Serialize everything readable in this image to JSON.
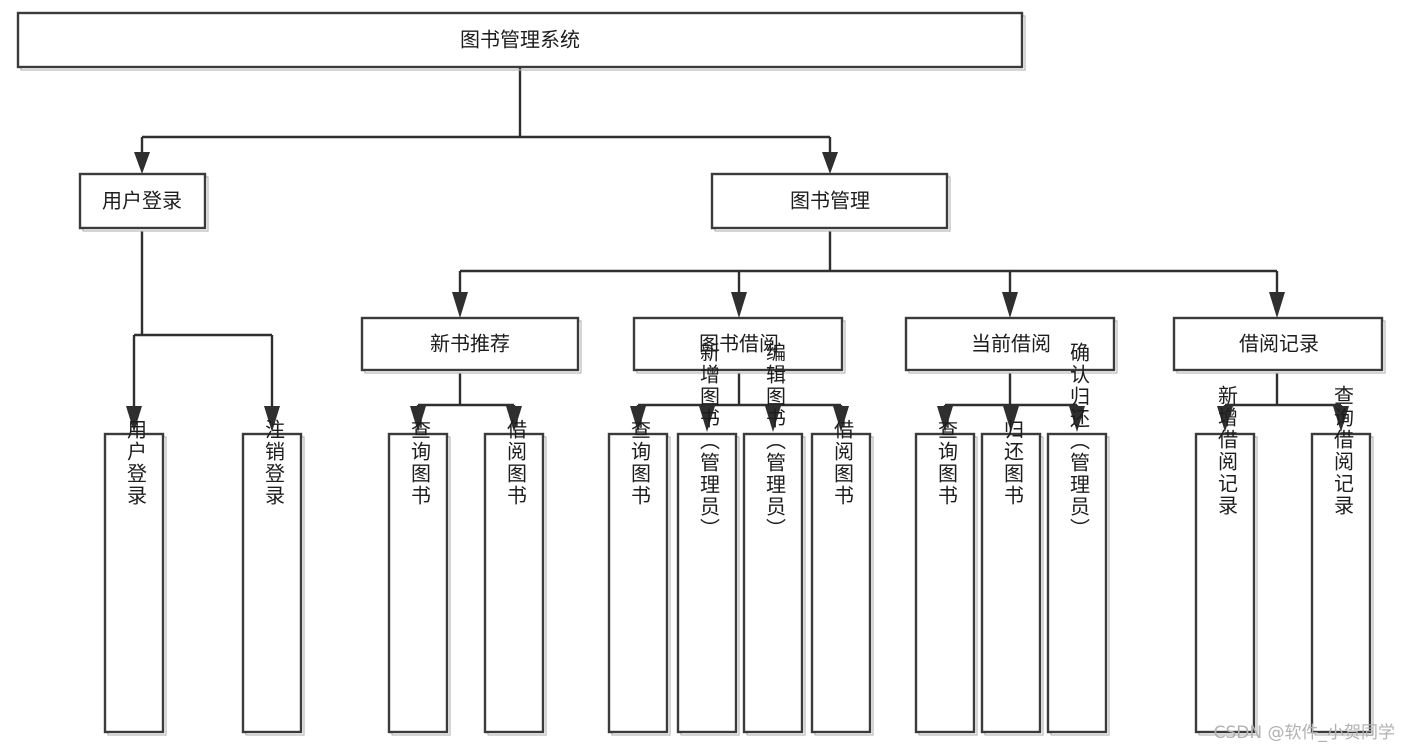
{
  "diagram": {
    "type": "tree",
    "title": "图书管理系统",
    "orientation": "top-down",
    "colors": {
      "node_fill": "#ffffff",
      "node_stroke": "#3b3b3b",
      "connector": "#2f2f2f",
      "label_text": "#1d1d1d",
      "watermark_text": "#b2b2b2",
      "background": "#ffffff"
    },
    "nodes": {
      "root": {
        "label": "图书管理系统"
      },
      "level2": [
        {
          "id": "user-login",
          "label": "用户登录"
        },
        {
          "id": "book-manage",
          "label": "图书管理"
        }
      ],
      "level3": [
        {
          "id": "new-book-recommend",
          "label": "新书推荐"
        },
        {
          "id": "book-borrow",
          "label": "图书借阅"
        },
        {
          "id": "current-borrow",
          "label": "当前借阅"
        },
        {
          "id": "borrow-record",
          "label": "借阅记录"
        }
      ],
      "leaves": {
        "user-login": [
          {
            "id": "leaf-user-login",
            "label": "用户登录"
          },
          {
            "id": "leaf-logout-login",
            "label": "注销登录"
          }
        ],
        "new-book-recommend": [
          {
            "id": "leaf-query-book-1",
            "label": "查询图书"
          },
          {
            "id": "leaf-borrow-book-1",
            "label": "借阅图书"
          }
        ],
        "book-borrow": [
          {
            "id": "leaf-query-book-2",
            "label": "查询图书"
          },
          {
            "id": "leaf-add-book",
            "label": "新增图书（管理员）"
          },
          {
            "id": "leaf-edit-book",
            "label": "编辑图书（管理员）"
          },
          {
            "id": "leaf-borrow-book-2",
            "label": "借阅图书"
          }
        ],
        "current-borrow": [
          {
            "id": "leaf-query-book-3",
            "label": "查询图书"
          },
          {
            "id": "leaf-return-book",
            "label": "归还图书"
          },
          {
            "id": "leaf-confirm-return",
            "label": "确认归还（管理员）"
          }
        ],
        "borrow-record": [
          {
            "id": "leaf-add-record",
            "label": "新增借阅记录"
          },
          {
            "id": "leaf-query-record",
            "label": "查询借阅记录"
          }
        ]
      }
    }
  },
  "watermark": {
    "text": "CSDN @软件_小贺同学"
  }
}
